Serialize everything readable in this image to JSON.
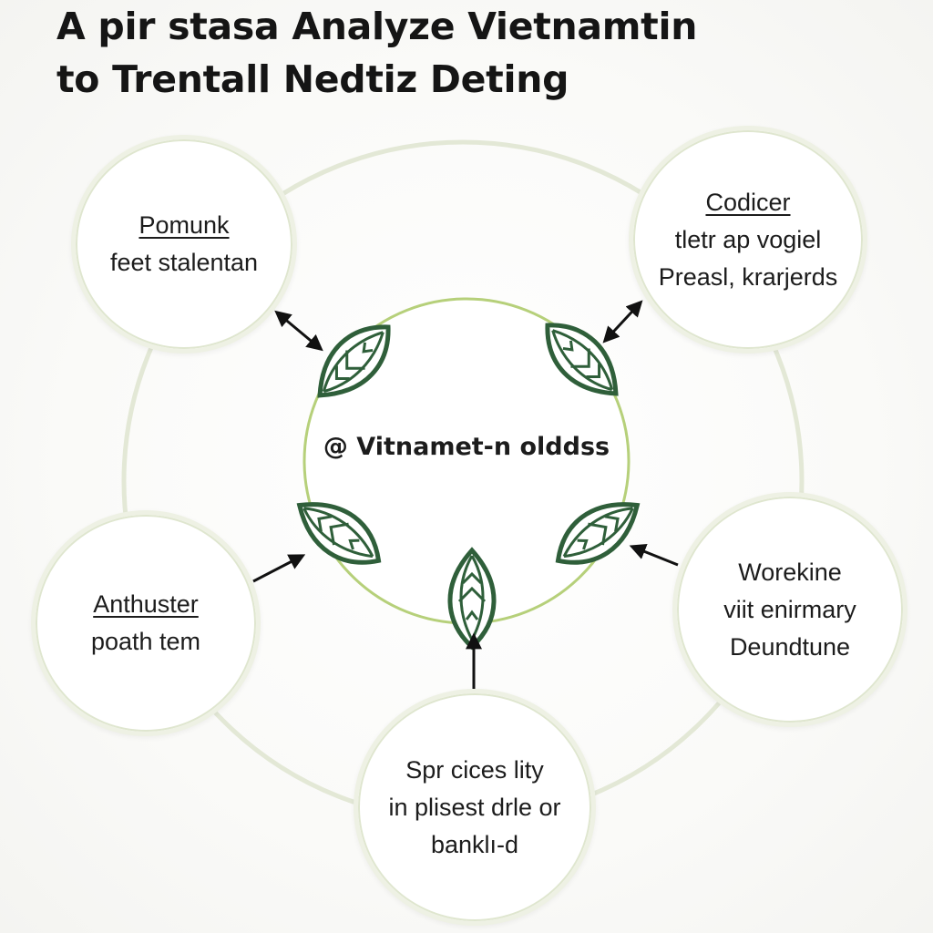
{
  "title": {
    "line1": "A pir stasa Analyze Vietnamtin",
    "line2": "to Trentall Nedtiz Deting"
  },
  "center": {
    "label": "@ Vitnamet-n olddss"
  },
  "nodes": [
    {
      "id": "top-left",
      "head": "Pomunk",
      "lines": [
        "feet stalentan"
      ]
    },
    {
      "id": "top-right",
      "head": "Codicer",
      "lines": [
        "tletr ap vogiel",
        "Preasl, krarjerds"
      ]
    },
    {
      "id": "left",
      "head": "Anthuster",
      "lines": [
        "poath tem"
      ]
    },
    {
      "id": "right",
      "head": "",
      "lines": [
        "Worekine",
        "viit enirmary",
        "Deundtune"
      ]
    },
    {
      "id": "bottom",
      "head": "",
      "lines": [
        "Spr cices lity",
        "in plisest drle or",
        "banklı-d"
      ]
    }
  ],
  "colors": {
    "accent_green": "#2f5f3a",
    "ring_green": "#b6d07a",
    "outer_ring": "#e3e8d6",
    "arrow": "#111111"
  },
  "icons": [
    "leaf-arrow-icon",
    "double-arrow-icon"
  ]
}
